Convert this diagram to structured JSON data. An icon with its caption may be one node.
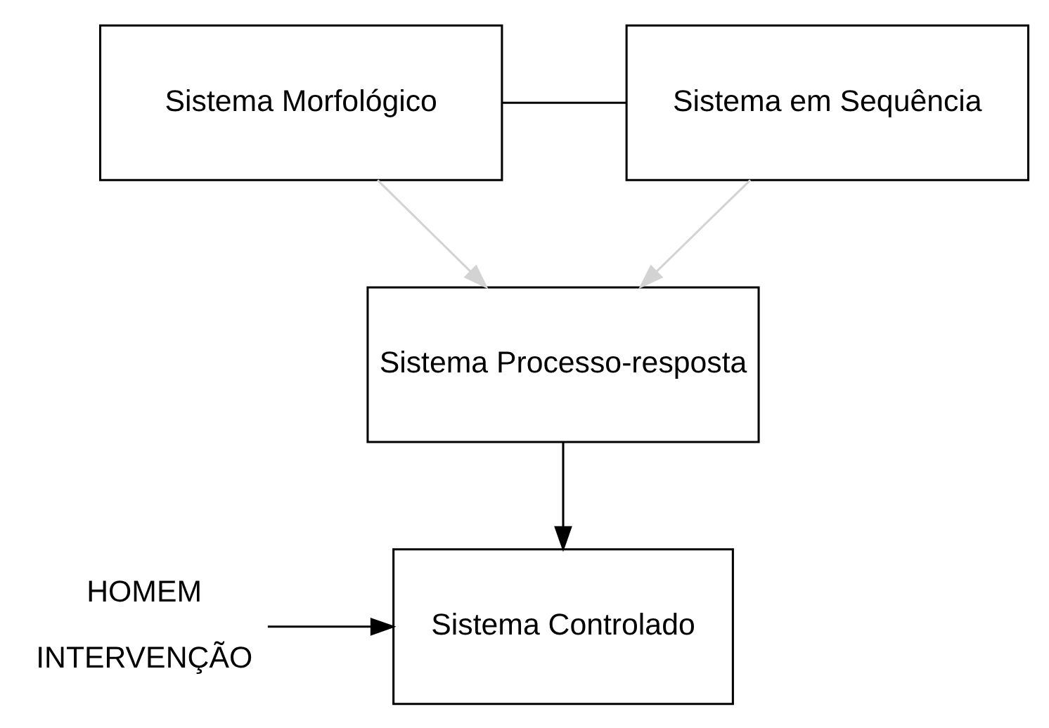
{
  "diagram": {
    "nodes": [
      {
        "text": [
          "Sistema Morfológico"
        ]
      },
      {
        "text": [
          "Sistema em Sequência"
        ]
      },
      {
        "text": [
          "Sistema Processo-resposta"
        ]
      },
      {
        "text": [
          "Sistema Controlado"
        ]
      },
      {
        "text": [
          "HOMEM",
          "INTERVENÇÃO"
        ]
      }
    ],
    "edges": [
      {
        "from": 0,
        "to": 1,
        "arrow": "none"
      },
      {
        "from": 0,
        "to": 2,
        "arrow": "to",
        "color": "#d3d3d3"
      },
      {
        "from": 1,
        "to": 2,
        "arrow": "to",
        "color": "#d3d3d3"
      },
      {
        "from": 2,
        "to": 3,
        "arrow": "to"
      },
      {
        "from": 4,
        "to": 3,
        "arrow": "to"
      }
    ]
  }
}
